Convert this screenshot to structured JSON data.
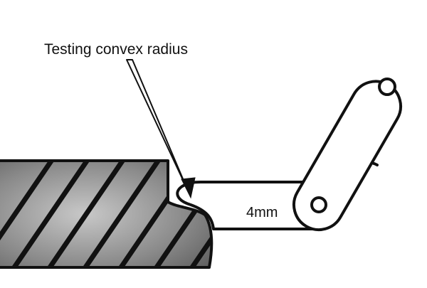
{
  "diagram": {
    "callout": "Testing convex radius",
    "gauge_size": "4mm"
  },
  "icons": {
    "workpiece": "hatched-workpiece-with-convex-edge",
    "gauge": "radius-gauge-blade",
    "pivot": "hinge-rivet"
  },
  "colors": {
    "outline": "#111111",
    "hatch_fill": "#9a9a9a",
    "background": "#ffffff"
  }
}
